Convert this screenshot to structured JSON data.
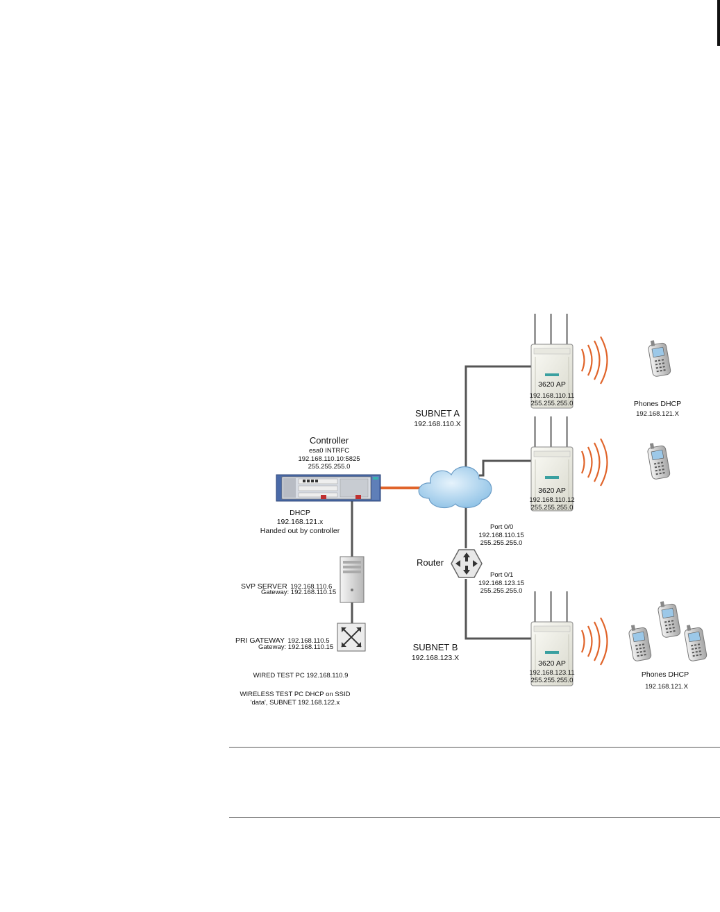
{
  "controller": {
    "title": "Controller",
    "interface": "esa0 INTRFC",
    "ip": "192.168.110.10:5825",
    "mask": "255.255.255.0",
    "dhcp_title": "DHCP",
    "dhcp_range": "192.168.121.x",
    "dhcp_note": "Handed out by controller"
  },
  "subnet_a": {
    "label": "SUBNET A",
    "range": "192.168.110.X"
  },
  "subnet_b": {
    "label": "SUBNET B",
    "range": "192.168.123.X"
  },
  "aps": [
    {
      "label": "3620 AP",
      "ip": "192.168.110.11",
      "mask": "255.255.255.0"
    },
    {
      "label": "3620 AP",
      "ip": "192.168.110.12",
      "mask": "255.255.255.0"
    },
    {
      "label": "3620 AP",
      "ip": "192.168.123.11",
      "mask": "255.255.255.0"
    }
  ],
  "phones_a": {
    "label": "Phones DHCP",
    "range": "192.168.121.X"
  },
  "phones_b": {
    "label": "Phones DHCP",
    "range": "192.168.121.X"
  },
  "router": {
    "label": "Router",
    "port0": {
      "name": "Port 0/0",
      "ip": "192.168.110.15",
      "mask": "255.255.255.0"
    },
    "port1": {
      "name": "Port 0/1",
      "ip": "192.168.123.15",
      "mask": "255.255.255.0"
    }
  },
  "svp_server": {
    "name": "SVP SERVER",
    "ip": "192.168.110.6",
    "gateway_label": "Gateway:",
    "gateway": "192.168.110.15"
  },
  "pri_gateway": {
    "name": "PRI GATEWAY",
    "ip": "192.168.110.5",
    "gateway_label": "Gateway:",
    "gateway": "192.168.110.15"
  },
  "notes": {
    "wired": "WIRED TEST PC 192.168.110.9",
    "wireless_1": "WIRELESS TEST PC DHCP on SSID",
    "wireless_2": "'data', SUBNET 192.168.122.x"
  },
  "colors": {
    "link": "#555555",
    "controller_link": "#e0642a",
    "wave": "#e0642a",
    "cloud": "#a9d1ee",
    "chassis": "#4a6aa8"
  }
}
